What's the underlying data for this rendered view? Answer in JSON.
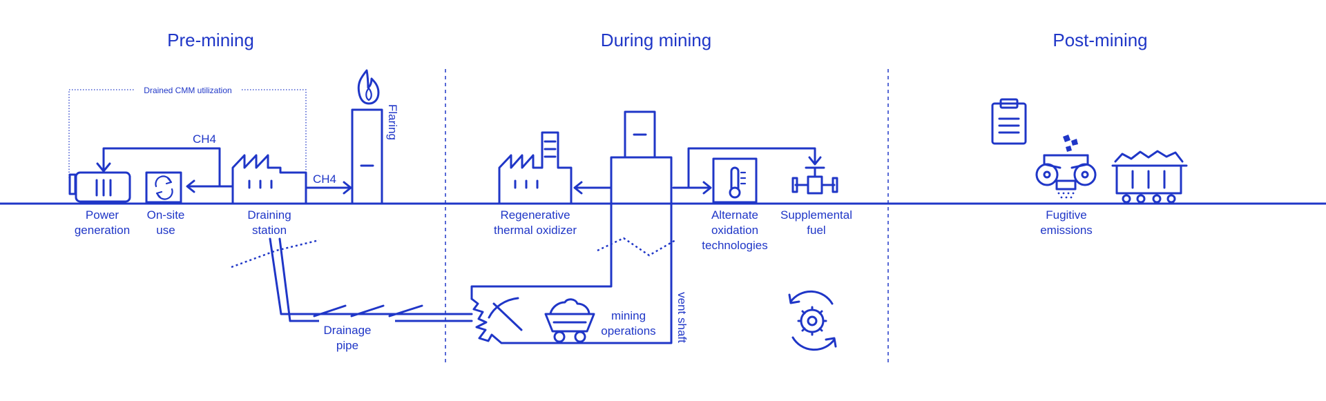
{
  "sections": {
    "pre_mining": "Pre-mining",
    "during_mining": "During mining",
    "post_mining": "Post-mining"
  },
  "labels": {
    "drained_cmm": "Drained CMM utilization",
    "ch4_top": "CH4",
    "ch4_right": "CH4",
    "flaring": "Flaring",
    "power_generation": [
      "Power",
      "generation"
    ],
    "onsite_use": [
      "On-site",
      "use"
    ],
    "draining_station": [
      "Draining",
      "station"
    ],
    "drainage_pipe": [
      "Drainage",
      "pipe"
    ],
    "regenerative": [
      "Regenerative",
      "thermal oxidizer"
    ],
    "alternate": [
      "Alternate",
      "oxidation",
      "technologies"
    ],
    "supplemental": [
      "Supplemental",
      "fuel"
    ],
    "mining_operations": [
      "mining",
      "operations"
    ],
    "vent_shaft": "vent shaft",
    "fugitive": [
      "Fugitive",
      "emissions"
    ]
  },
  "colors": {
    "ink": "#1f36c7",
    "background": "#ffffff"
  }
}
